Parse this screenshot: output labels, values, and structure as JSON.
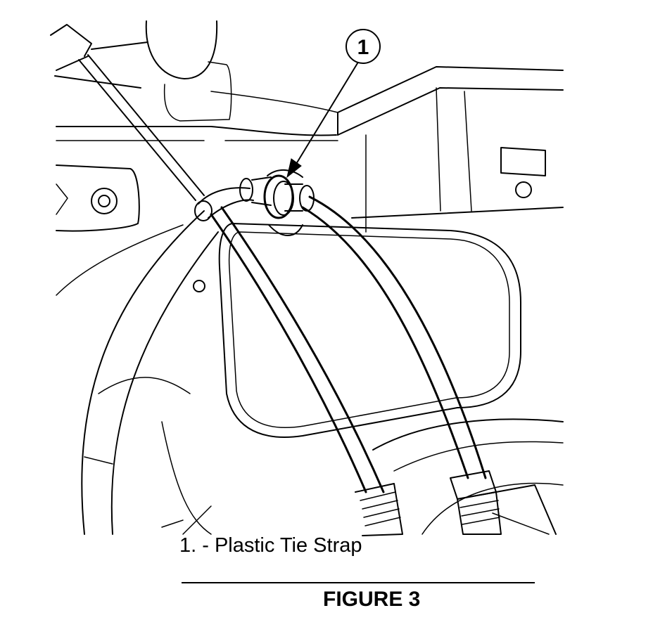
{
  "callout": {
    "number": "1"
  },
  "legend": {
    "item_1": "1. - Plastic Tie Strap"
  },
  "figure": {
    "title": "FIGURE 3"
  }
}
